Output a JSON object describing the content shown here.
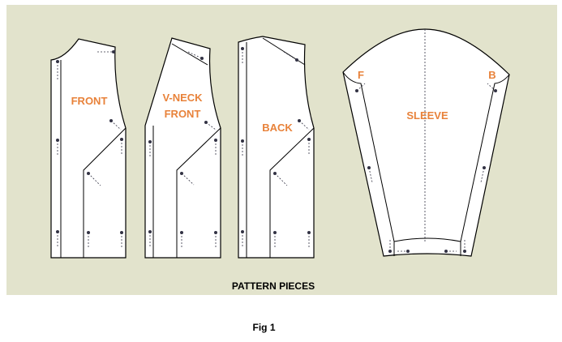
{
  "pieces": {
    "front": "FRONT",
    "vneck_line1": "V-NECK",
    "vneck_line2": "FRONT",
    "back": "BACK",
    "sleeve": "SLEEVE",
    "sleeve_front_mark": "F",
    "sleeve_back_mark": "B"
  },
  "caption": "PATTERN PIECES",
  "figure_label": "Fig 1",
  "colors": {
    "panel_background": "#e2e3cc",
    "label_text": "#e8823a",
    "outline": "#000000"
  }
}
